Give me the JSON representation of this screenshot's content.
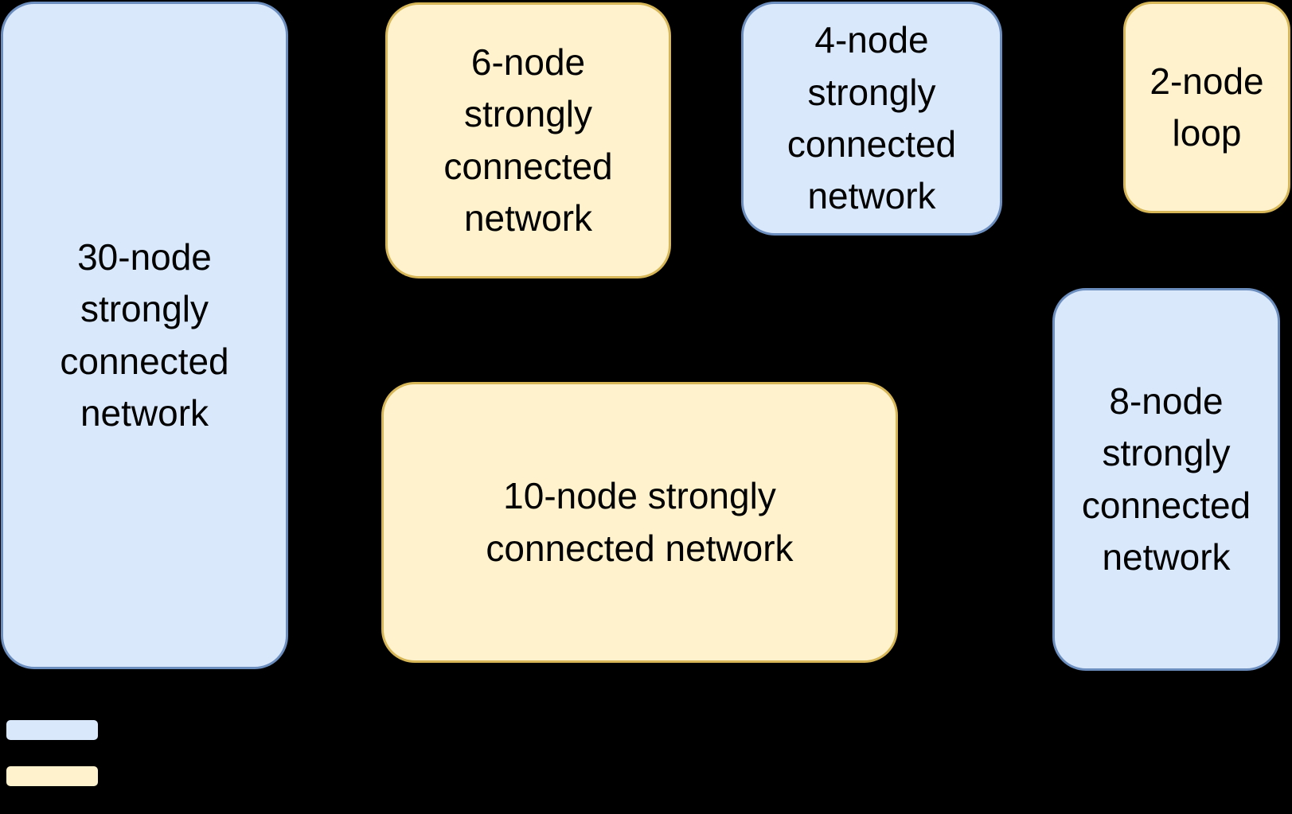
{
  "diagram": {
    "background_color": "#000000",
    "colors": {
      "blue_fill": "#dae8fc",
      "blue_stroke": "#6c8ebf",
      "yellow_fill": "#fff2cc",
      "yellow_stroke": "#d6b656",
      "text": "#000000"
    },
    "nodes": {
      "n30": {
        "label": "30-node\nstrongly\nconnected\nnetwork",
        "color": "blue"
      },
      "n6": {
        "label": "6-node\nstrongly\nconnected\nnetwork",
        "color": "yellow"
      },
      "n4": {
        "label": "4-node\nstrongly\nconnected\nnetwork",
        "color": "blue"
      },
      "n2": {
        "label": "2-node\nloop",
        "color": "yellow"
      },
      "n10": {
        "label": "10-node strongly\nconnected network",
        "color": "yellow"
      },
      "n8": {
        "label": "8-node\nstrongly\nconnected\nnetwork",
        "color": "blue"
      }
    },
    "legend": {
      "swatches": [
        {
          "color": "blue"
        },
        {
          "color": "yellow"
        }
      ]
    }
  }
}
